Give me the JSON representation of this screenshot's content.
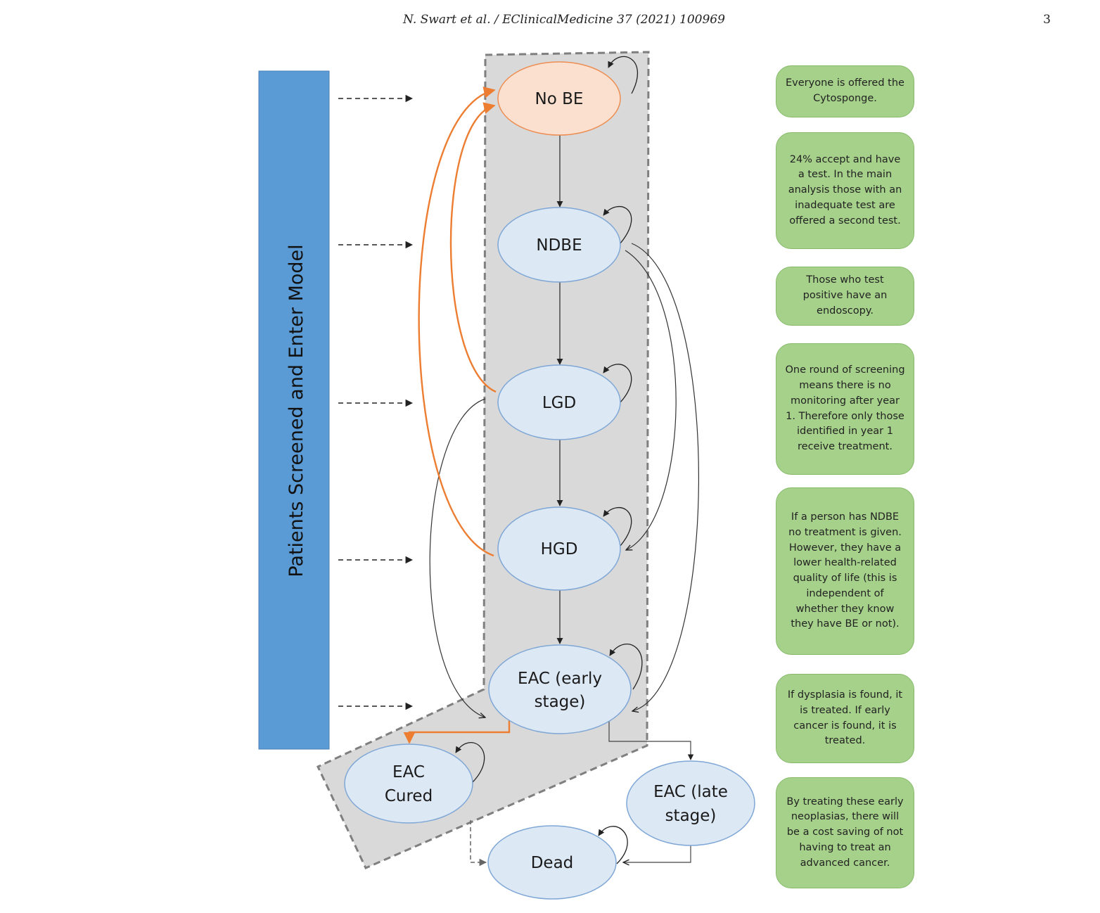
{
  "header": {
    "journal_ref": "N. Swart et al. / EClinicalMedicine 37 (2021) 100969",
    "page_number": "3"
  },
  "diagram": {
    "entry_bar_label": "Patients Screened and Enter Model",
    "colors": {
      "entry_bar": "#5b9bd5",
      "state_fill": "#dde8f5",
      "state_stroke": "#7fa7d6",
      "nobe_fill": "#fbe0cf",
      "nobe_stroke": "#ed8d52",
      "treatment_arrow": "#ed7d31",
      "region_fill": "#d9d9d9",
      "region_border": "#7f7f7f",
      "note_fill": "#a6d18a"
    },
    "states": {
      "no_be": "No BE",
      "ndbe": "NDBE",
      "lgd": "LGD",
      "hgd": "HGD",
      "eac_early_line1": "EAC (early",
      "eac_early_line2": "stage)",
      "eac_cured_line1": "EAC",
      "eac_cured_line2": "Cured",
      "eac_late_line1": "EAC (late",
      "eac_late_line2": "stage)",
      "dead": "Dead"
    }
  },
  "notes": [
    "Everyone is offered the Cytosponge.",
    "24% accept and have a test. In the main analysis those with an inadequate test are offered a second test.",
    "Those who test positive have an endoscopy.",
    "One round of screening means there is no monitoring after year 1. Therefore only those identified in year 1 receive treatment.",
    "If a person has NDBE no treatment is given. However, they have a lower health-related quality of life (this is independent of whether they know they have BE or not).",
    "If dysplasia is found, it is treated. If early cancer is found, it is treated.",
    "By treating these early neoplasias, there will be a cost saving of not having to treat an advanced cancer."
  ]
}
